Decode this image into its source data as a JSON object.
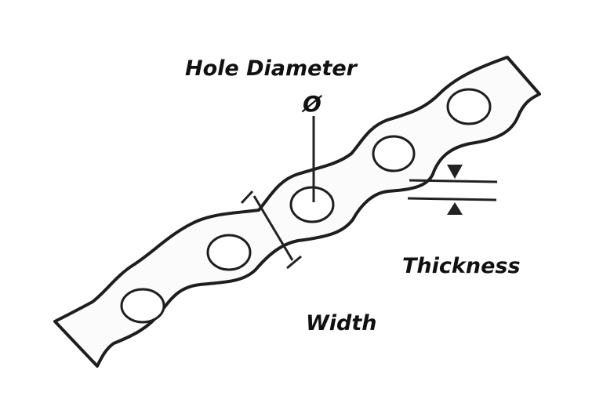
{
  "diagram": {
    "labels": {
      "hole_diameter": "Hole Diameter",
      "diameter_symbol": "Ø",
      "thickness": "Thickness",
      "width": "Width"
    },
    "hole_count": 5,
    "colors": {
      "line": "#1e1e1e",
      "background": "#ffffff"
    }
  }
}
